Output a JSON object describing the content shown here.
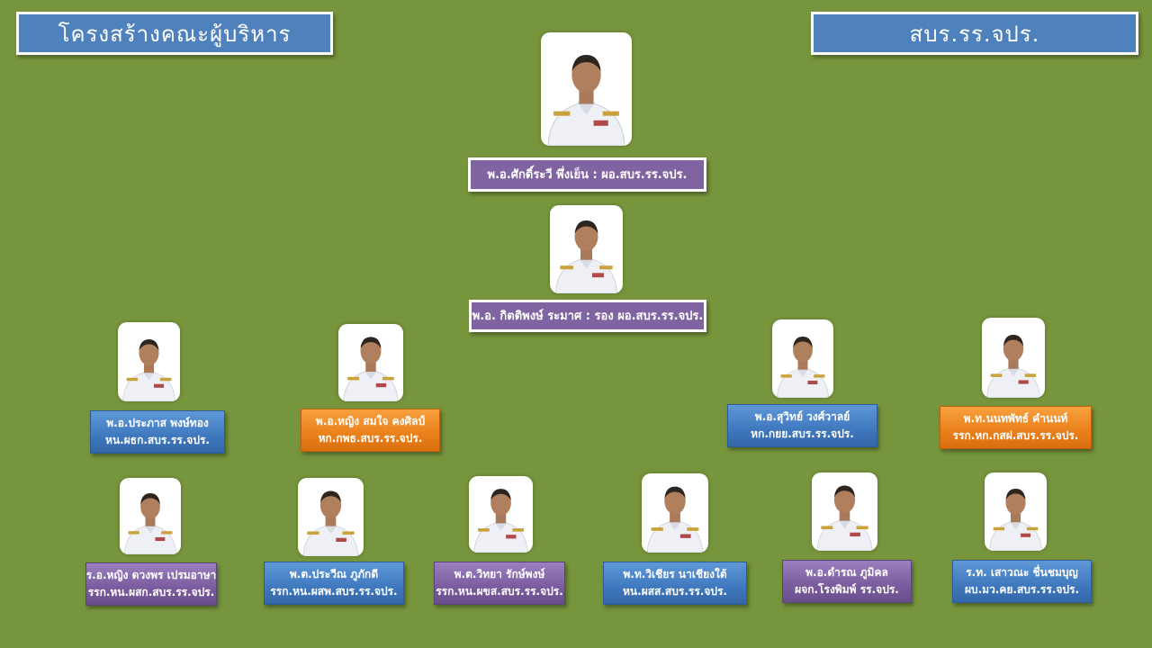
{
  "header": {
    "left_title": "โครงสร้างคณะผู้บริหาร",
    "right_title": "สบร.รร.จปร."
  },
  "colors": {
    "background": "#77953c",
    "header_blue": "#4f81bd",
    "purple": "#8064a2",
    "blue": "#3f78bd",
    "orange": "#e9801a"
  },
  "director": {
    "line1": "พ.อ.ศักดิ์ระวี   พึ่งเย็น  : ผอ.สบร.รร.จปร."
  },
  "deputy": {
    "line1": "พ.อ. กิตติพงษ์  ระมาศ : รอง ผอ.สบร.รร.จปร."
  },
  "row1": [
    {
      "line1": "พ.อ.ประภาส  พงษ์ทอง",
      "line2": "หน.ผธก.สบร.รร.จปร.",
      "color": "blue"
    },
    {
      "line1": "พ.อ.หญิง สมใจ คงศิลป์",
      "line2": "หก.กพธ.สบร.รร.จปร.",
      "color": "orange"
    },
    {
      "line1": "พ.อ.สุวิทย์  วงศ์วาลย์",
      "line2": "หก.กยย.สบร.รร.จปร.",
      "color": "blue"
    },
    {
      "line1": "พ.ท.นนทพัทธ์  คำนนท์",
      "line2": "รรก.หก.กสฝ.สบร.รร.จปร.",
      "color": "orange"
    }
  ],
  "row2": [
    {
      "line1": "ร.อ.หญิง ดวงพร เปรมอาษา",
      "line2": "รรก.หน.ผสก.สบร.รร.จปร.",
      "color": "purple"
    },
    {
      "line1": "พ.ต.ประวีณ  ภูภักดี",
      "line2": "รรก.หน.ผสพ.สบร.รร.จปร.",
      "color": "blue"
    },
    {
      "line1": "พ.ต.วิทยา  รักษ์พงษ์",
      "line2": "รรก.หน.ผขส.สบร.รร.จปร.",
      "color": "purple"
    },
    {
      "line1": "พ.ท.วิเชียร  นาเชียงใต้",
      "line2": "หน.ผสส.สบร.รร.จปร.",
      "color": "blue"
    },
    {
      "line1": "พ.อ.ดำรณ  ภูมิคล",
      "line2": "ผจก.โรงพิมพ์ รร.จปร.",
      "color": "purple"
    },
    {
      "line1": "ร.ท. เสาวณะ ชื่นชมบุญ",
      "line2": "ผบ.มว.คย.สบร.รร.จปร.",
      "color": "blue"
    }
  ]
}
